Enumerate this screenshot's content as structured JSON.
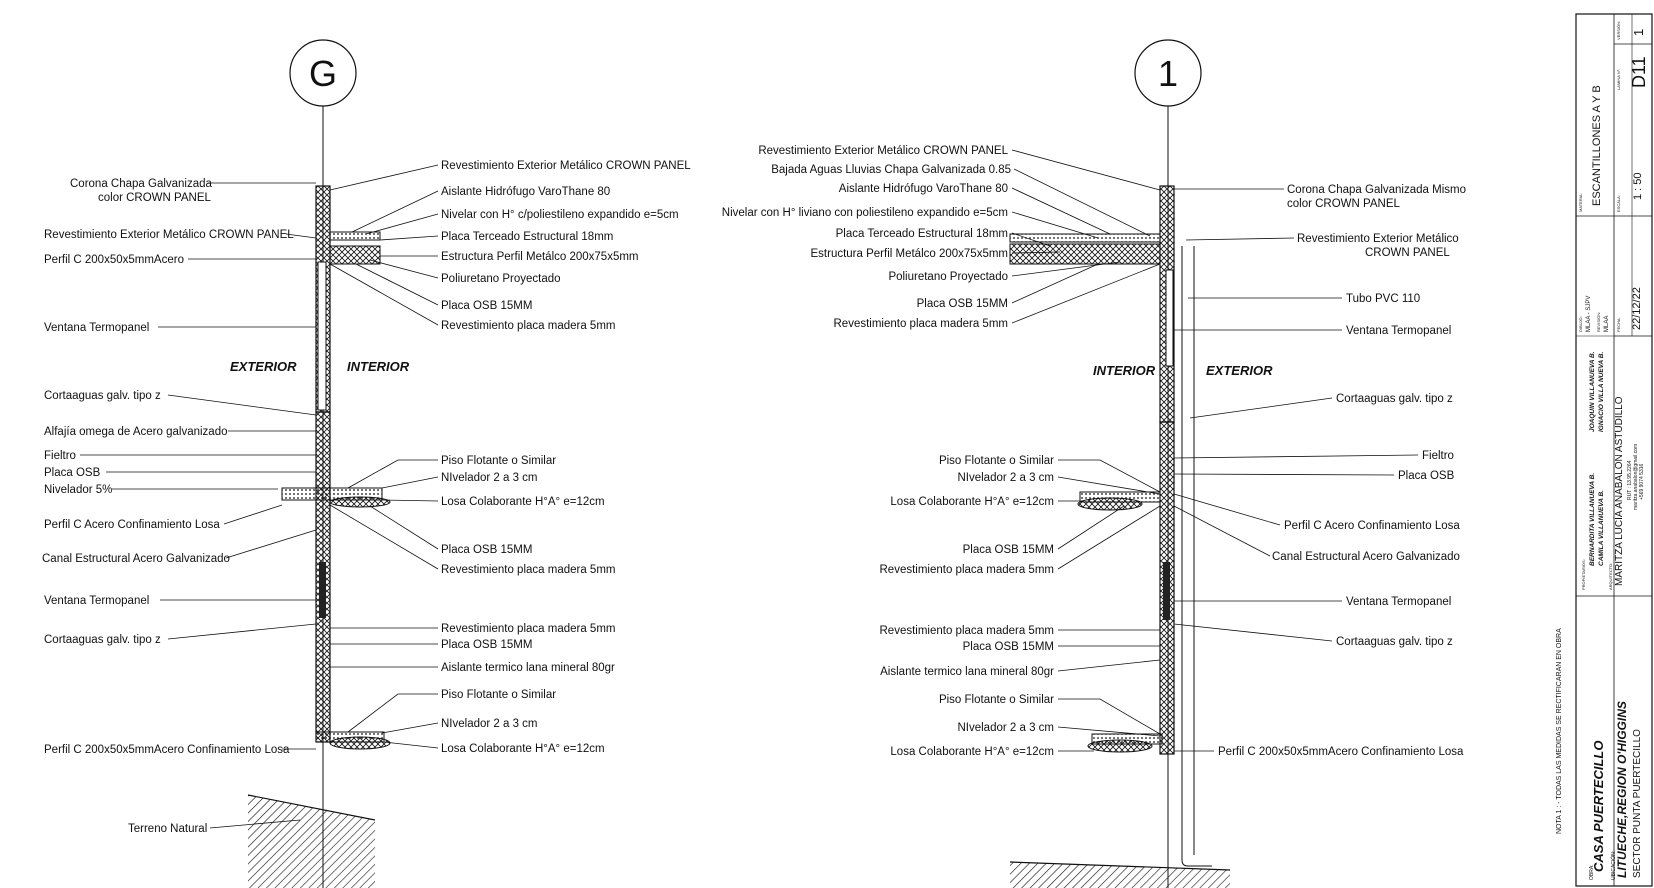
{
  "left_section": {
    "axis": "G",
    "exterior_tag": "EXTERIOR",
    "interior_tag": "INTERIOR",
    "labels_left": [
      "Corona Chapa Galvanizada",
      "color CROWN PANEL",
      "Revestimiento Exterior Metálico CROWN PANEL",
      "Perfil C 200x50x5mmAcero",
      "Ventana Termopanel",
      "Cortaaguas galv. tipo z",
      "Alfajía omega de Acero galvanizado",
      "Fieltro",
      "Placa OSB",
      "Nivelador 5%",
      "Perfil C Acero Confinamiento Losa",
      "Canal Estructural Acero Galvanizado",
      "Ventana Termopanel",
      "Cortaaguas galv. tipo z",
      "Perfil C 200x50x5mmAcero Confinamiento Losa",
      "Terreno Natural"
    ],
    "labels_right": [
      "Revestimiento Exterior Metálico CROWN PANEL",
      "Aislante Hidrófugo VaroThane 80",
      "Nivelar con H° c/poliestileno expandido e=5cm",
      "Placa Terceado Estructural 18mm",
      "Estructura Perfil Metálco 200x75x5mm",
      "Poliuretano Proyectado",
      "Placa OSB  15MM",
      "Revestimiento placa madera 5mm",
      "Piso Flotante o Similar",
      "NIvelador 2 a 3 cm",
      "Losa Colaborante H°A° e=12cm",
      "Placa OSB  15MM",
      "Revestimiento placa madera 5mm",
      "Revestimiento placa madera 5mm",
      "Placa OSB  15MM",
      "Aislante termico lana mineral 80gr",
      "Piso Flotante o Similar",
      "NIvelador 2 a 3 cm",
      "Losa Colaborante H°A° e=12cm"
    ]
  },
  "right_section": {
    "axis": "1",
    "interior_tag": "INTERIOR",
    "exterior_tag": "EXTERIOR",
    "labels_left": [
      "Revestimiento Exterior Metálico CROWN PANEL",
      "Bajada Aguas Lluvias Chapa Galvanizada 0.85",
      "Aislante Hidrófugo VaroThane 80",
      "Nivelar con H° liviano con poliestileno expandido e=5cm",
      "Placa Terceado Estructural 18mm",
      "Estructura Perfil Metálco 200x75x5mm",
      "Poliuretano Proyectado",
      "Placa OSB  15MM",
      "Revestimiento placa madera 5mm",
      "Piso Flotante o Similar",
      "NIvelador 2 a 3 cm",
      "Losa Colaborante H°A° e=12cm",
      "Placa OSB  15MM",
      "Revestimiento placa madera 5mm",
      "Revestimiento placa madera 5mm",
      "Placa OSB  15MM",
      "Aislante termico lana mineral 80gr",
      "Piso Flotante o Similar",
      "NIvelador 2 a 3 cm",
      "Losa Colaborante H°A° e=12cm"
    ],
    "labels_right": [
      "Corona Chapa Galvanizada Mismo",
      "color CROWN PANEL",
      "Revestimiento Exterior Metálico",
      "CROWN PANEL",
      "Tubo PVC 110",
      "Ventana Termopanel",
      "Cortaaguas galv. tipo z",
      "Fieltro",
      "Placa OSB",
      "Perfil C Acero Confinamiento Losa",
      "Canal Estructural Acero Galvanizado",
      "Ventana Termopanel",
      "Cortaaguas galv. tipo z",
      "Perfil C 200x50x5mmAcero Confinamiento Losa"
    ]
  },
  "note": "NOTA 1 : - TODAS LAS MEDIDAS SE RECTIFICARAN EN OBRA",
  "title_block": {
    "obra_label": "OBRA:",
    "project": "CASA PUERTECILLO",
    "ubicacion_label": "UBICACIÓN:",
    "location": "LITUECHE,REGION O'HIGGINS",
    "sector": "SECTOR PUNTA PUERTECILLO",
    "propietarios_label": "PROPIETARIOS:",
    "owners_col1": [
      "BERNARDITA VILLANUEVA B.",
      "CAMILA VILLANUEVA B."
    ],
    "owners_col2": [
      "JOAQUIN VILLANUEVA B.",
      "IGNACIO VILLA NUEVA B."
    ],
    "arquitecto_label": "ARQUITECTO:",
    "architect": "MARITZA LUCÍA ANABALON ASTUDILLO",
    "rut": "RUT : 13.95.2264",
    "email": "maritza.anabalon@gmail.com",
    "phone": "+569 9074 5316",
    "dibujo_label": "DIBUJO:",
    "dibujo": "MLAA - SJPV",
    "revision_label": "REVISIÓN:",
    "revision": "MLAA",
    "fecha_label": "FECHA:",
    "fecha": "22/12/22",
    "materia_label": "MATERIA:",
    "materia": "ESCANTILLONES A Y B",
    "escala_label": "ESCALA:",
    "escala": "1 : 50",
    "lamina_label": "LAMINA N°:",
    "lamina": "D11",
    "version_label": "VERSIÓN:",
    "version": "1"
  }
}
